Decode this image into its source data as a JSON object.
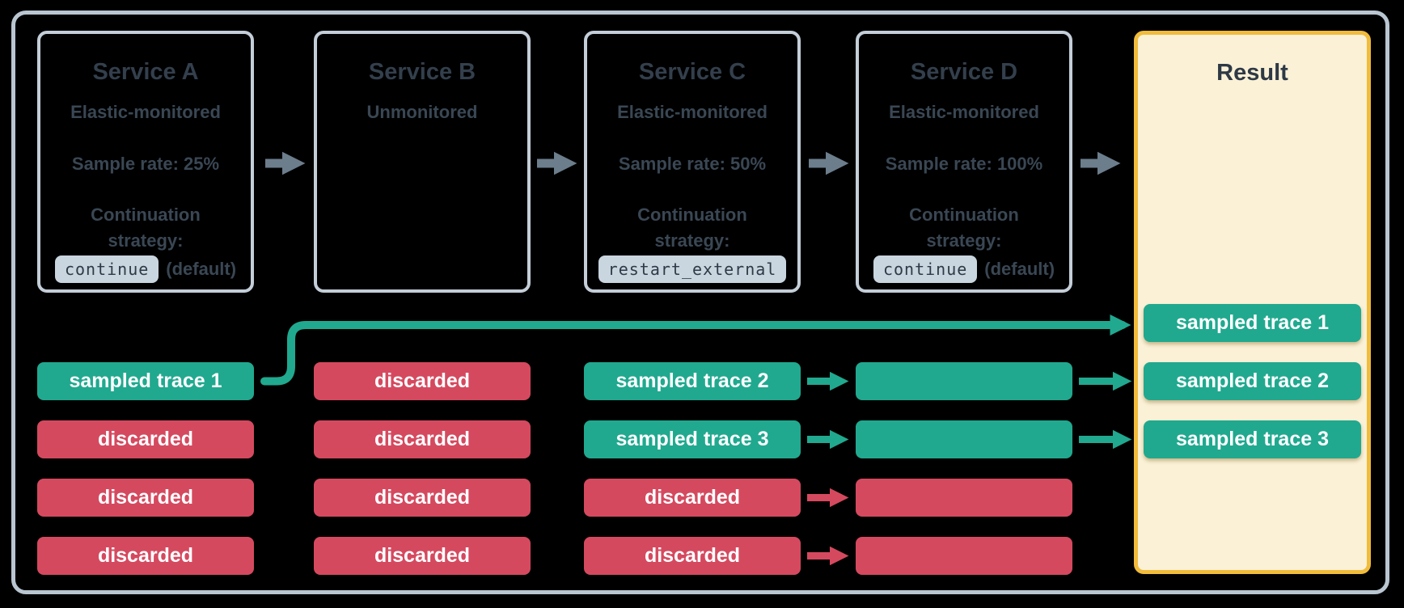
{
  "colors": {
    "background": "#000000",
    "teal": "#20A98F",
    "red": "#D5495F",
    "arrow_gray": "#6C7D8C",
    "frame_border": "#B9C6D1",
    "box_border": "#C4CED8",
    "text": "#3A4754",
    "title": "#333F4C",
    "code_bg": "#C9D5DF",
    "code_text": "#2E3B47",
    "result_bg": "#FAF1D7",
    "result_border": "#F1BC3B",
    "chip_text": "#FFFFFF"
  },
  "services": [
    {
      "title": "Service A",
      "subtitle": "Elastic-monitored",
      "sample_rate": "Sample rate: 25%",
      "strategy_label": "Continuation strategy:",
      "code": "continue",
      "code_suffix": "(default)"
    },
    {
      "title": "Service B",
      "subtitle": "Unmonitored"
    },
    {
      "title": "Service C",
      "subtitle": "Elastic-monitored",
      "sample_rate": "Sample rate: 50%",
      "strategy_label": "Continuation strategy:",
      "code": "restart_external"
    },
    {
      "title": "Service D",
      "subtitle": "Elastic-monitored",
      "sample_rate": "Sample rate: 100%",
      "strategy_label": "Continuation strategy:",
      "code": "continue",
      "code_suffix": "(default)"
    }
  ],
  "trace_columns": [
    {
      "service": "Service A",
      "chips": [
        {
          "label": "sampled trace 1",
          "kind": "sampled"
        },
        {
          "label": "discarded",
          "kind": "discarded"
        },
        {
          "label": "discarded",
          "kind": "discarded"
        },
        {
          "label": "discarded",
          "kind": "discarded"
        }
      ]
    },
    {
      "service": "Service B",
      "chips": [
        {
          "label": "discarded",
          "kind": "discarded"
        },
        {
          "label": "discarded",
          "kind": "discarded"
        },
        {
          "label": "discarded",
          "kind": "discarded"
        },
        {
          "label": "discarded",
          "kind": "discarded"
        }
      ]
    },
    {
      "service": "Service C",
      "chips": [
        {
          "label": "sampled trace 2",
          "kind": "sampled"
        },
        {
          "label": "sampled trace 3",
          "kind": "sampled"
        },
        {
          "label": "discarded",
          "kind": "discarded"
        },
        {
          "label": "discarded",
          "kind": "discarded"
        }
      ]
    },
    {
      "service": "Service D",
      "chips": [
        {
          "label": "",
          "kind": "sampled"
        },
        {
          "label": "",
          "kind": "sampled"
        },
        {
          "label": "",
          "kind": "discarded"
        },
        {
          "label": "",
          "kind": "discarded"
        }
      ]
    }
  ],
  "result": {
    "title": "Result",
    "chips": [
      {
        "label": "sampled trace 1",
        "kind": "sampled"
      },
      {
        "label": "sampled trace 2",
        "kind": "sampled"
      },
      {
        "label": "sampled trace 3",
        "kind": "sampled"
      }
    ]
  },
  "arrows": {
    "service_flow": [
      "Service A → Service B",
      "Service B → Service C",
      "Service C → Service D",
      "Service D → Result"
    ],
    "trace_flow": [
      "sampled trace 1 → Result",
      "sampled trace 2 → Service D → Result",
      "sampled trace 3 → Service D → Result",
      "discarded → Service D",
      "discarded → Service D"
    ]
  }
}
